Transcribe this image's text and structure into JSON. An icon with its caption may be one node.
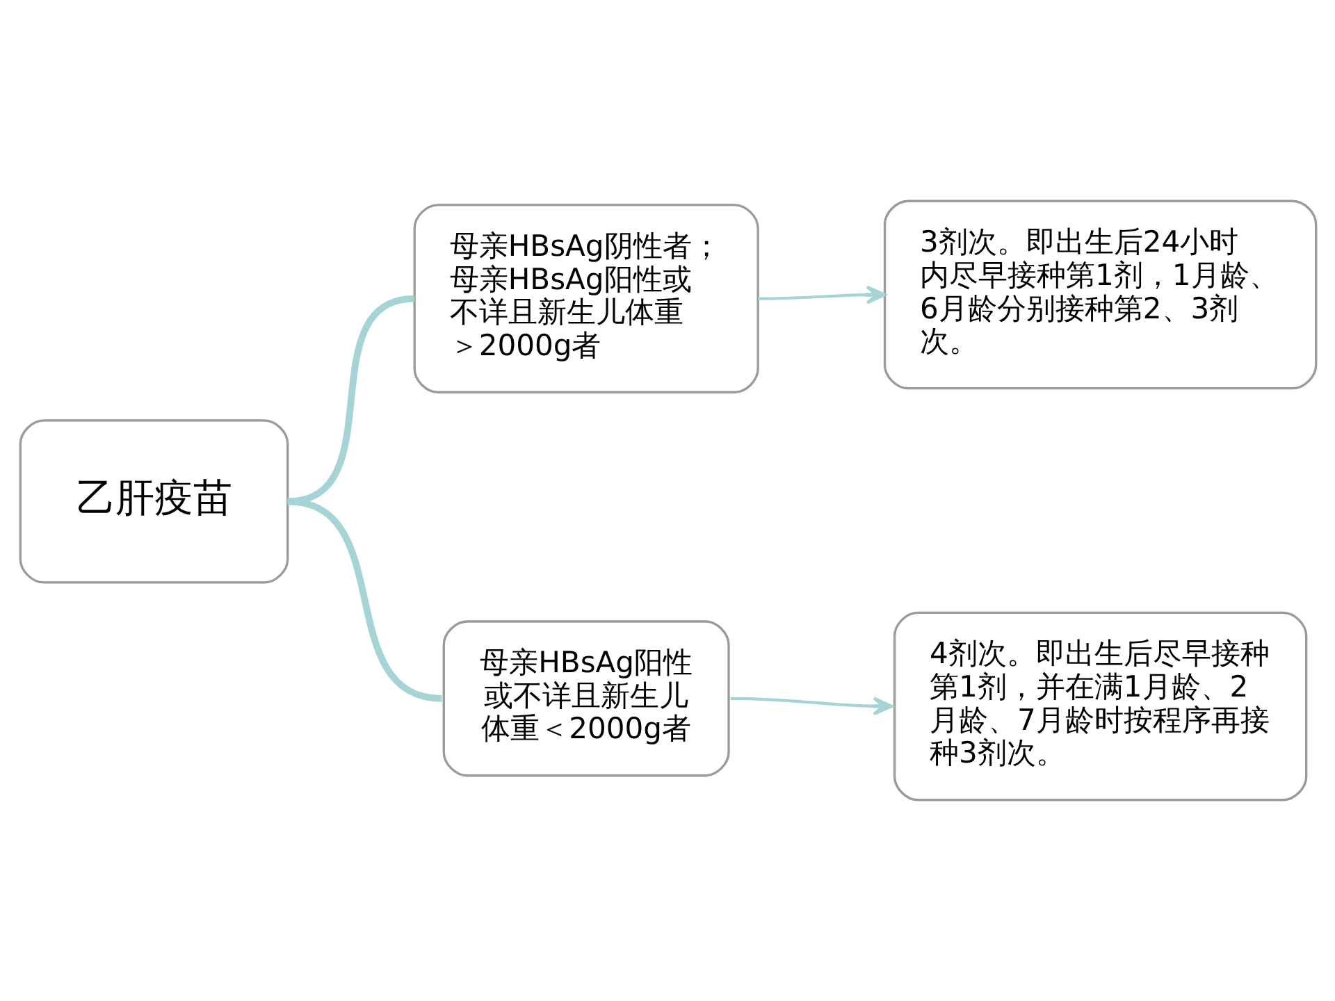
{
  "diagram": {
    "nodes": [
      {
        "text": [
          "乙肝疫苗"
        ]
      },
      {
        "text": [
          "母亲HBsAg阴性者；母亲HBsAg阳性或不详且新生儿体重＞2000g者"
        ]
      },
      {
        "text": [
          "3剂次。即出生后24小时内尽早接种第1剂，1月龄、6月龄分别接种第2、3剂次。"
        ]
      },
      {
        "text": [
          "母亲HBsAg阳性或不详且新生儿体重＜2000g者"
        ]
      },
      {
        "text": [
          "4剂次。即出生后尽早接种第1剂，并在满1月龄、2月龄、7月龄时按程序再接种3剂次。"
        ]
      }
    ],
    "edges": [
      {
        "from": 0,
        "to": 1,
        "arrow": "none",
        "style": "thick"
      },
      {
        "from": 0,
        "to": 3,
        "arrow": "none",
        "style": "thick"
      },
      {
        "from": 1,
        "to": 2,
        "arrow": "to"
      },
      {
        "from": 3,
        "to": 4,
        "arrow": "to"
      }
    ]
  }
}
